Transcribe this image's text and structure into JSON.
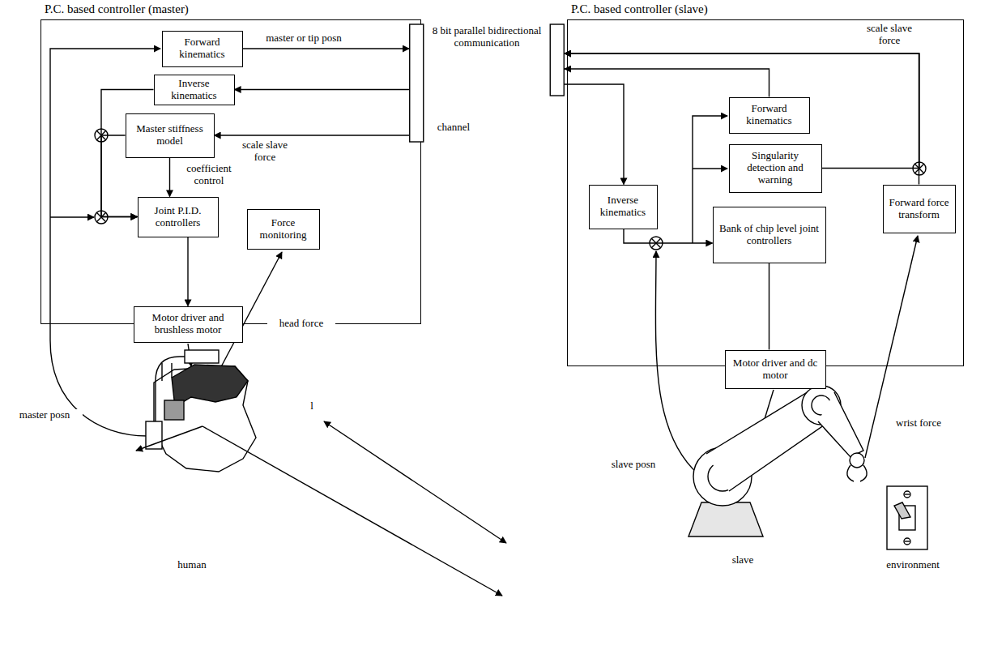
{
  "diagram": {
    "nodes": [
      {
        "text": [
          "P.C. based controller (master)"
        ]
      },
      {
        "text": [
          "Forward kinematics"
        ],
        "in": 0
      },
      {
        "text": [
          "Inverse kinematics"
        ],
        "in": 0
      },
      {
        "text": [
          "Master stiffness model"
        ],
        "in": 0
      },
      {
        "text": [
          "Joint P.I.D. controllers"
        ],
        "in": 0
      },
      {
        "text": [
          "Force monitoring"
        ],
        "in": 0
      },
      {
        "text": [
          "Motor driver and brushless motor"
        ],
        "in": 0
      },
      {
        "text": [
          "8 bit parallel bidirectional communication"
        ]
      },
      {
        "text": [
          "P.C. based controller (slave)"
        ]
      },
      {
        "text": [
          "Forward kinematics"
        ],
        "in": 8
      },
      {
        "text": [
          "Inverse kinematics"
        ],
        "in": 8
      },
      {
        "text": [
          "Singularity detection and warning"
        ],
        "in": 8
      },
      {
        "text": [
          "Bank of chip level joint controllers"
        ],
        "in": 8
      },
      {
        "text": [
          "Forward force transform"
        ],
        "in": 8
      },
      {
        "text": [
          "Motor driver and dc motor"
        ],
        "in": 8
      }
    ],
    "edges": [
      {
        "from": 1,
        "to": 7,
        "arrow": "to",
        "label": "master or tip posn"
      },
      {
        "from": 7,
        "to": 2,
        "arrow": "to"
      },
      {
        "from": 7,
        "to": 3,
        "arrow": "to",
        "label": "scale slave force"
      },
      {
        "from": 3,
        "to": 4,
        "arrow": "to",
        "label": "coefficient control"
      },
      {
        "from": 3,
        "to": 4,
        "arrow": "to"
      },
      {
        "from": 2,
        "to": 4,
        "arrow": "to"
      },
      {
        "from": 4,
        "to": 6,
        "arrow": "to"
      },
      {
        "from": 7,
        "to": 10,
        "arrow": "to"
      },
      {
        "from": 10,
        "to": 12,
        "arrow": "to"
      },
      {
        "from": 9,
        "to": 7,
        "arrow": "to"
      },
      {
        "from": 11,
        "to": 7,
        "arrow": "to"
      },
      {
        "from": 13,
        "to": 7,
        "arrow": "to",
        "label": "scale slave force"
      },
      {
        "from": 12,
        "to": 14,
        "arrow": "none"
      }
    ],
    "labels": [
      "channel",
      "head force",
      "master posn",
      "l",
      "human",
      "slave posn",
      "wrist force",
      "slave",
      "environment"
    ]
  }
}
